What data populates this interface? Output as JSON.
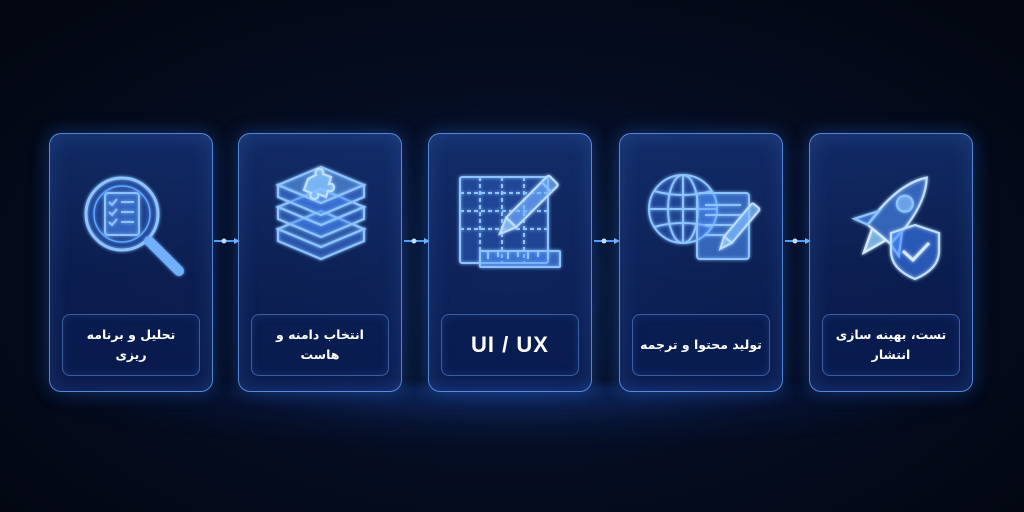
{
  "steps": [
    {
      "label": "تحلیل و برنامه ریزی",
      "icon": "magnifier-checklist-icon"
    },
    {
      "label": "انتخاب دامنه و هاست",
      "icon": "puzzle-layers-icon"
    },
    {
      "label": "UI / UX",
      "icon": "wireframe-pencil-icon"
    },
    {
      "label": "تولید محتوا و ترجمه",
      "icon": "globe-document-pencil-icon"
    },
    {
      "label": "تست، بهینه سازی\nانتشار",
      "icon": "rocket-shield-icon"
    }
  ],
  "colors": {
    "accent": "#4f9dff",
    "glow": "#2f7bff",
    "background": "#050d22"
  }
}
